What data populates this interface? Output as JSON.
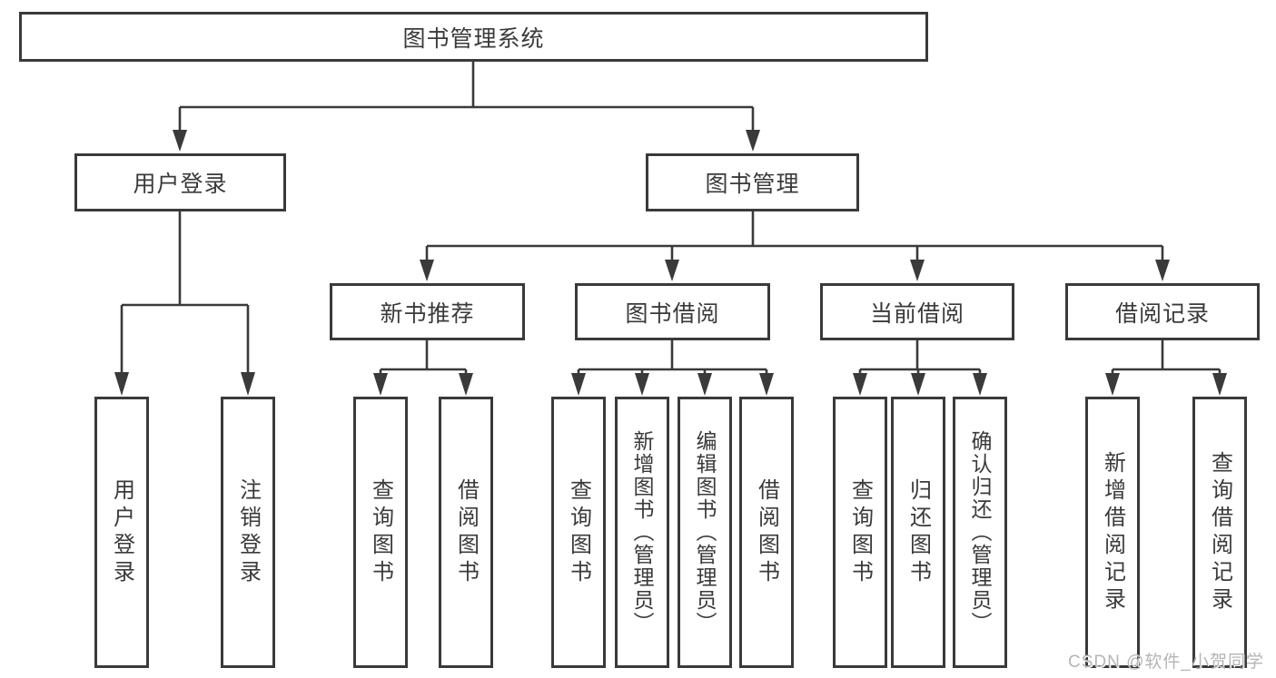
{
  "title": "图书管理系统",
  "level2": {
    "user_login": "用户登录",
    "book_management": "图书管理"
  },
  "level3": {
    "new_book_recommend": "新书推荐",
    "book_borrow": "图书借阅",
    "current_borrow": "当前借阅",
    "borrow_records": "借阅记录"
  },
  "leaves": {
    "user_login": "用户登录",
    "logout": "注销登录",
    "recommend_query_books": "查询图书",
    "recommend_borrow_books": "借阅图书",
    "borrow_query_books": "查询图书",
    "borrow_add_books": "新增图书（管理员）",
    "borrow_edit_books": "编辑图书（管理员）",
    "borrow_borrow_books": "借阅图书",
    "current_query_books": "查询图书",
    "current_return_books": "归还图书",
    "current_confirm_return": "确认归还（管理员）",
    "records_add_record": "新增借阅记录",
    "records_query_record": "查询借阅记录"
  },
  "watermark": "CSDN @软件_小贺同学",
  "colors": {
    "line": "#3a3a3a",
    "text": "#3a3a3a",
    "background": "#ffffff",
    "watermark": "#b5b5b5"
  }
}
